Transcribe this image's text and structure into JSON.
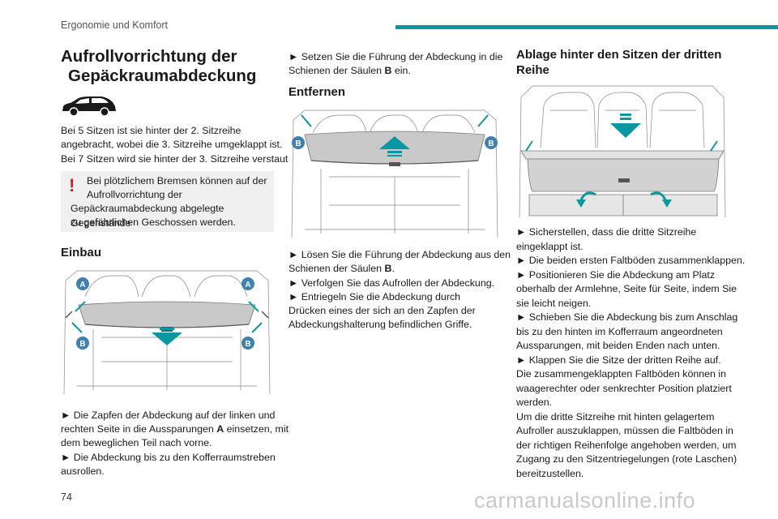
{
  "header": {
    "section": "Ergonomie und Komfort"
  },
  "col1": {
    "title_line1": "Aufrollvorrichtung der",
    "title_line2": "Gepäckraumabdeckung",
    "car_icon": "car-silhouette-icon",
    "intro": [
      "Bei 5 Sitzen ist sie hinter der 2. Sitzreihe",
      "angebracht, wobei die 3. Sitzreihe umgeklappt ist.",
      "Bei 7 Sitzen wird sie hinter der 3. Sitzreihe verstaut."
    ],
    "warning": [
      "Bei plötzlichem Bremsen können auf der",
      "Aufrollvorrichtung der",
      "Gepäckraumabdeckung abgelegte Gegenstände",
      "zu gefährlichen Geschossen werden."
    ],
    "install_heading": "Einbau",
    "install_steps": [
      {
        "pre": "► Die Zapfen der Abdeckung auf der linken und",
        "line2_pre": "rechten Seite in die Aussparungen ",
        "bold": "A",
        "line2_post": " einsetzen, mit",
        "line3": "dem beweglichen Teil nach vorne."
      },
      {
        "line1": "► Die Abdeckung bis zu den Kofferraumstreben",
        "line2": "ausrollen."
      }
    ]
  },
  "col2": {
    "step_top_line1": "► Setzen Sie die Führung der Abdeckung in die",
    "step_top_line2_pre": "Schienen der Säulen ",
    "step_top_bold": "B",
    "step_top_line2_post": " ein.",
    "remove_heading": "Entfernen",
    "remove_steps": {
      "s1_line1": "► Lösen Sie die Führung der Abdeckung aus den",
      "s1_line2_pre": "Schienen der Säulen ",
      "s1_bold": "B",
      "s1_line2_post": ".",
      "s2": "► Verfolgen Sie das Aufrollen der Abdeckung.",
      "s3_line1": "► Entriegeln Sie die Abdeckung durch",
      "s3_line2": "Drücken eines der sich an den Zapfen der",
      "s3_line3": "Abdeckungshalterung befindlichen Griffe."
    }
  },
  "col3": {
    "heading_line1": "Ablage hinter den Sitzen der dritten",
    "heading_line2": "Reihe",
    "lines": [
      "► Sicherstellen, dass die dritte Sitzreihe",
      "eingeklappt ist.",
      "► Die beiden ersten Faltböden zusammenklappen.",
      "► Positionieren Sie die Abdeckung am Platz",
      "oberhalb der Armlehne, Seite für Seite, indem Sie",
      "sie leicht neigen.",
      "► Schieben Sie die Abdeckung bis zum Anschlag",
      "bis zu den hinten im Kofferraum angeordneten",
      "Aussparungen, mit beiden Enden nach unten.",
      "► Klappen Sie die Sitze der dritten Reihe auf.",
      "Die zusammengeklappten Faltböden können in",
      "waagerechter oder senkrechter Position platziert",
      "werden.",
      "Um die dritte Sitzreihe mit hinten gelagertem",
      "Aufroller auszuklappen, müssen die Faltböden in",
      "der richtigen Reihenfolge angehoben werden, um",
      "Zugang zu den Sitzentriegelungen (rote Laschen)",
      "bereitzustellen."
    ]
  },
  "labels": {
    "a": "A",
    "b": "B"
  },
  "footer": {
    "page_number": "74",
    "watermark": "carmanualsonline.info"
  },
  "colors": {
    "accent": "#0a97a3",
    "warning_red": "#e3142b",
    "callout_blue": "#3f80b0",
    "arrow_teal": "#0a97a3",
    "panel_grey": "#f0f0f0"
  }
}
